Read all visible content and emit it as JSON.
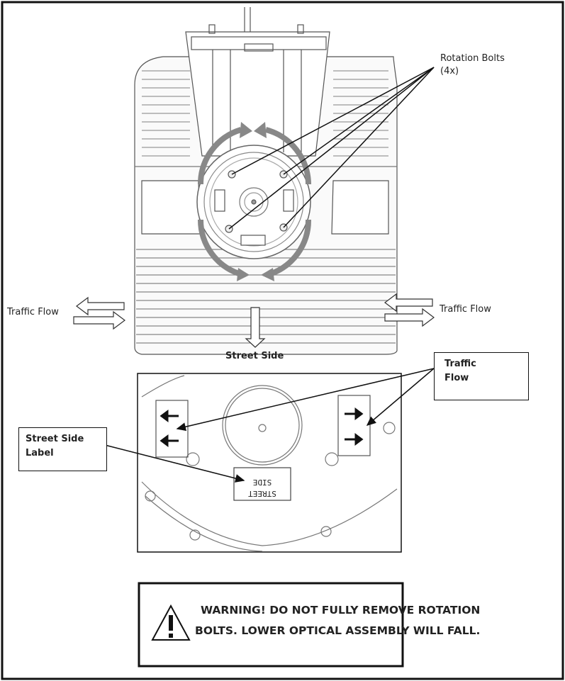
{
  "labels": {
    "rotation_bolts": "Rotation Bolts",
    "rotation_bolts_count": "(4x)",
    "traffic_flow_left": "Traffic Flow",
    "traffic_flow_right": "Traffic Flow",
    "street_side": "Street Side",
    "detail_traffic_line1": "Traffic",
    "detail_traffic_line2": "Flow",
    "detail_street_side_line1": "Street Side",
    "detail_street_side_line2": "Label",
    "fixture_label_line1": "STREET",
    "fixture_label_line2": "SIDE"
  },
  "warning": {
    "line1": "WARNING! DO NOT FULLY REMOVE ROTATION",
    "line2": "BOLTS. LOWER OPTICAL ASSEMBLY WILL FALL."
  }
}
